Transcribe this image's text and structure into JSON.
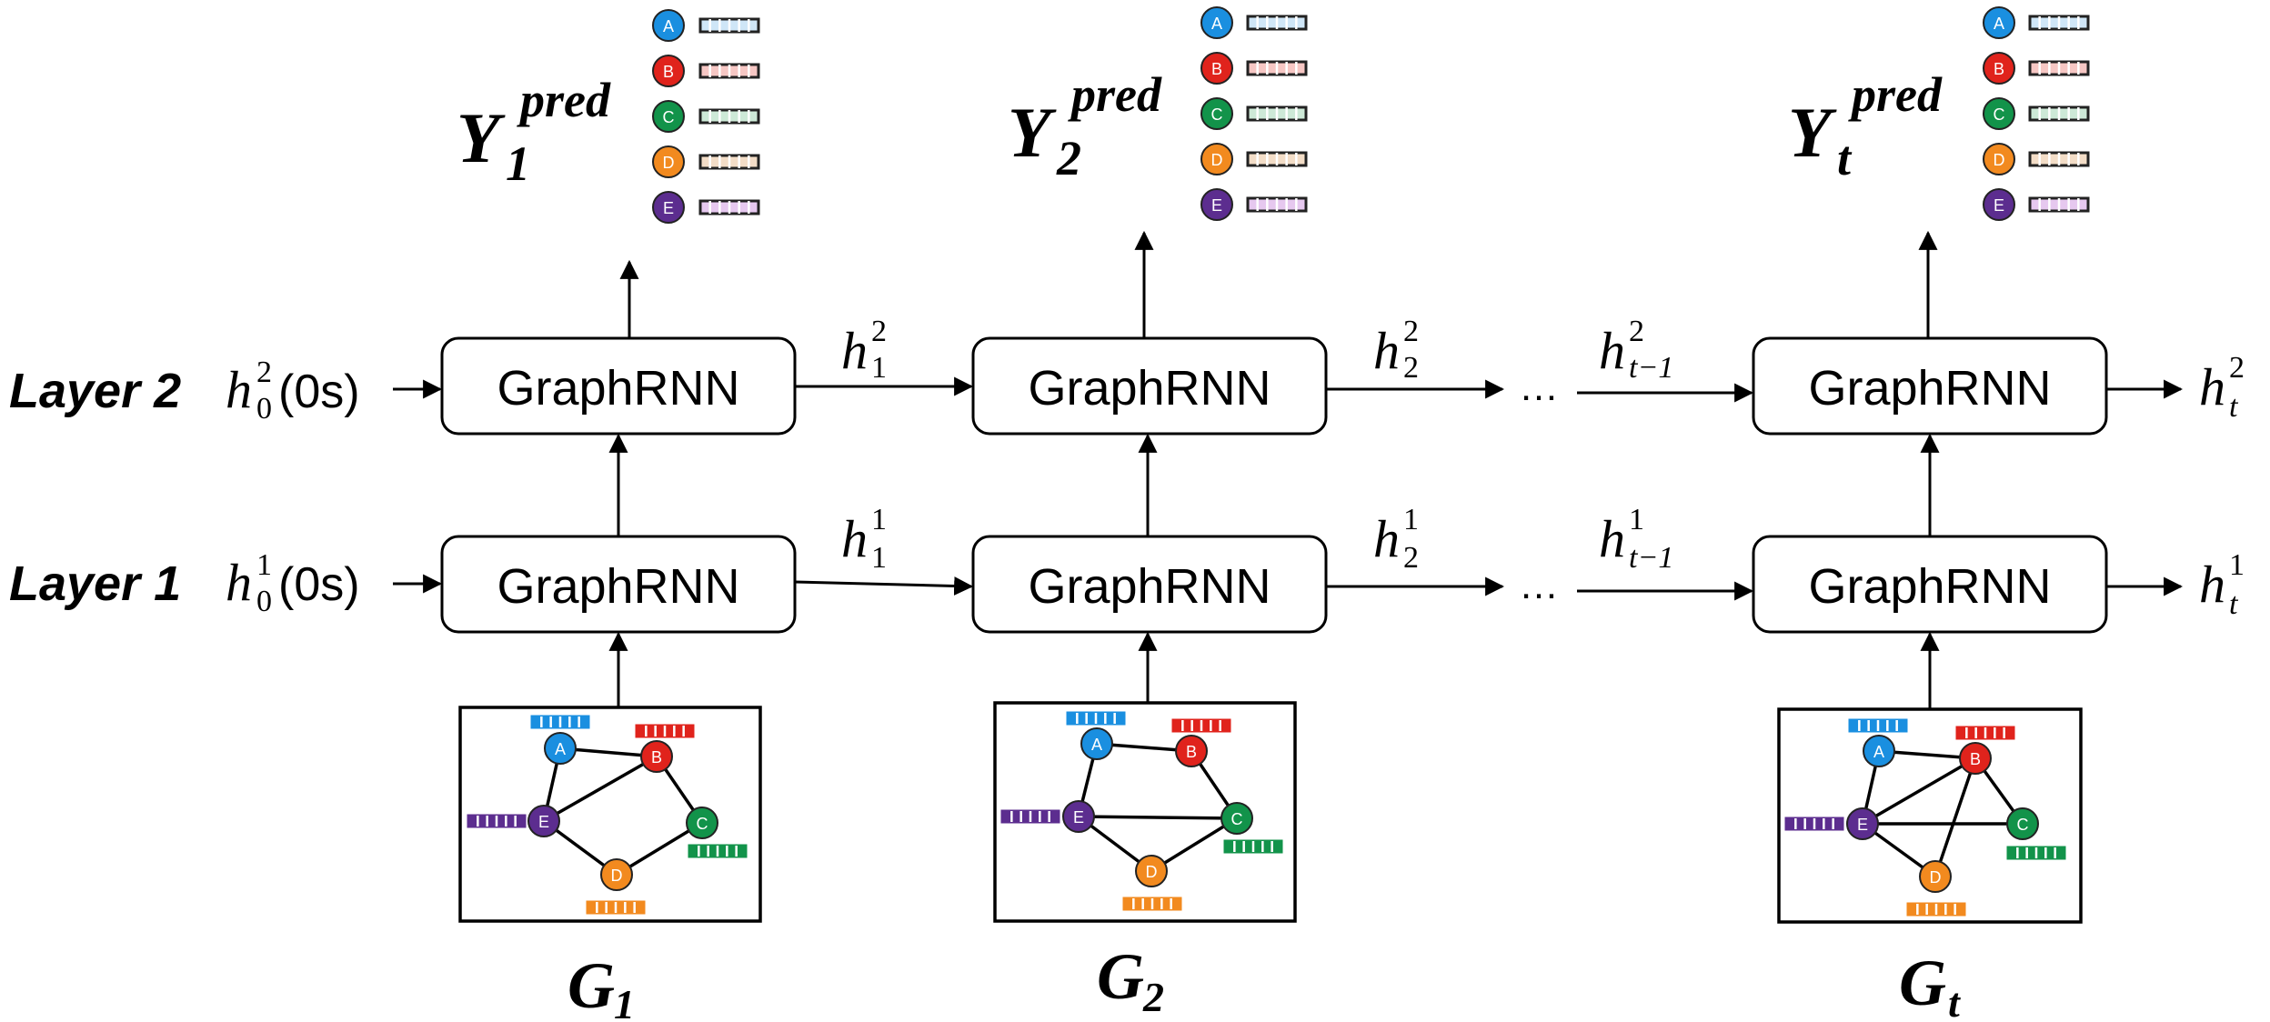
{
  "layers": [
    {
      "label": "Layer 2",
      "h": "h",
      "sup": "2",
      "sub": "0",
      "suffix": "(0s)"
    },
    {
      "label": "Layer 1",
      "h": "h",
      "sup": "1",
      "sub": "0",
      "suffix": "(0s)"
    }
  ],
  "cell_label": "GraphRNN",
  "ellipsis": "…",
  "hidden_states": {
    "layer2": [
      {
        "h": "h",
        "sup": "2",
        "sub": "1"
      },
      {
        "h": "h",
        "sup": "2",
        "sub": "2"
      },
      {
        "h": "h",
        "sup": "2",
        "sub": "t−1"
      },
      {
        "h": "h",
        "sup": "2",
        "sub": "t"
      }
    ],
    "layer1": [
      {
        "h": "h",
        "sup": "1",
        "sub": "1"
      },
      {
        "h": "h",
        "sup": "1",
        "sub": "2"
      },
      {
        "h": "h",
        "sup": "1",
        "sub": "t−1"
      },
      {
        "h": "h",
        "sup": "1",
        "sub": "t"
      }
    ]
  },
  "outputs": [
    {
      "Y": "Y",
      "sup": "pred",
      "sub": "1"
    },
    {
      "Y": "Y",
      "sup": "pred",
      "sub": "2"
    },
    {
      "Y": "Y",
      "sup": "pred",
      "sub": "t"
    }
  ],
  "graphs": [
    {
      "G": "G",
      "sub": "1"
    },
    {
      "G": "G",
      "sub": "2"
    },
    {
      "G": "G",
      "sub": "t"
    }
  ],
  "nodes": [
    {
      "id": "A",
      "color": "#1a8fe0",
      "light": "#cfe6f7"
    },
    {
      "id": "B",
      "color": "#e0231c",
      "light": "#f6c7c4"
    },
    {
      "id": "C",
      "color": "#12934a",
      "light": "#cde9d7"
    },
    {
      "id": "D",
      "color": "#f28a1f",
      "light": "#f3ddc7"
    },
    {
      "id": "E",
      "color": "#5c2d8f",
      "light": "#e6c8ef"
    }
  ]
}
